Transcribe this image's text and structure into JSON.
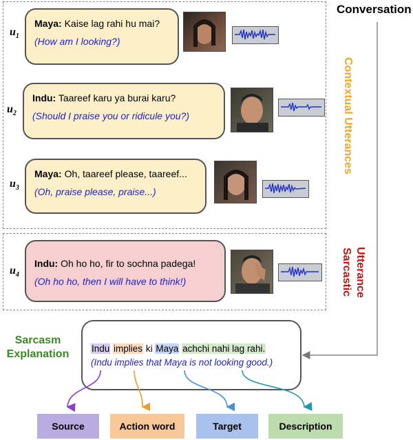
{
  "title": "Conversation",
  "contextual_label": "Contextual Utterances",
  "sarcastic_label_1": "Sarcastic",
  "sarcastic_label_2": "Utterance",
  "explanation_label_1": "Sarcasm",
  "explanation_label_2": "Explanation",
  "utterances": [
    {
      "id": "u",
      "sub": "1",
      "speaker": "Maya:",
      "text": "Kaise lag rahi hu mai?",
      "translation": "(How am I looking?)"
    },
    {
      "id": "u",
      "sub": "2",
      "speaker": "Indu:",
      "text": "Taareef karu ya burai karu?",
      "translation": "(Should I praise you or ridicule you?)"
    },
    {
      "id": "u",
      "sub": "3",
      "speaker": "Maya:",
      "text": "Oh, taareef please, taareef...",
      "translation": "(Oh, praise please, praise...)"
    },
    {
      "id": "u",
      "sub": "4",
      "speaker": "Indu:",
      "text": "Oh ho ho, fir to sochna padega!",
      "translation": "(Oh ho ho, then I will have to think!)"
    }
  ],
  "explanation": {
    "source": "Indu",
    "action": "implies",
    "ki": "ki",
    "target": "Maya",
    "description": "achchi nahi lag rahi.",
    "translation": "(Indu implies that Maya is not looking good.)"
  },
  "tags": {
    "source": "Source",
    "action": "Action word",
    "target": "Target",
    "description": "Description"
  },
  "colors": {
    "source": "#b9ace0",
    "action": "#f9c898",
    "target": "#a8c2ee",
    "description": "#bcdcad",
    "contextual": "#f5a623",
    "sarcastic": "#cc1111",
    "explanation": "#3a8a22"
  }
}
